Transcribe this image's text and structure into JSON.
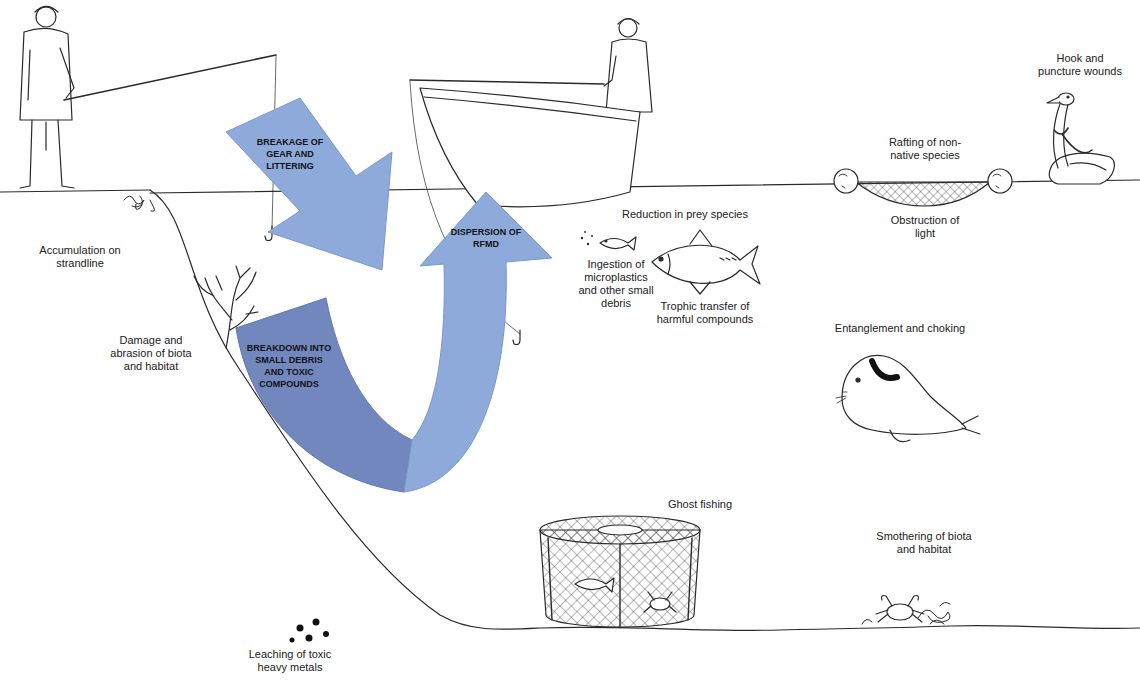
{
  "diagram": {
    "nodes": [
      {
        "text": [
          "BREAKAGE OF GEAR AND LITTERING"
        ]
      },
      {
        "text": [
          "BREAKDOWN INTO SMALL DEBRIS AND TOXIC COMPOUNDS"
        ]
      },
      {
        "text": [
          "DISPERSION OF RFMD"
        ]
      }
    ],
    "labels": [
      "Accumulation on strandline",
      "Hook and puncture wounds",
      "Rafting of non-native species",
      "Obstruction of light",
      "Reduction in prey species",
      "Ingestion of microplastics and other small debris",
      "Trophic transfer of harmful compounds",
      "Damage and abrasion of biota and habitat",
      "Entanglement and choking",
      "Ghost fishing",
      "Smothering of biota and habitat",
      "Leaching of toxic heavy metals"
    ]
  }
}
